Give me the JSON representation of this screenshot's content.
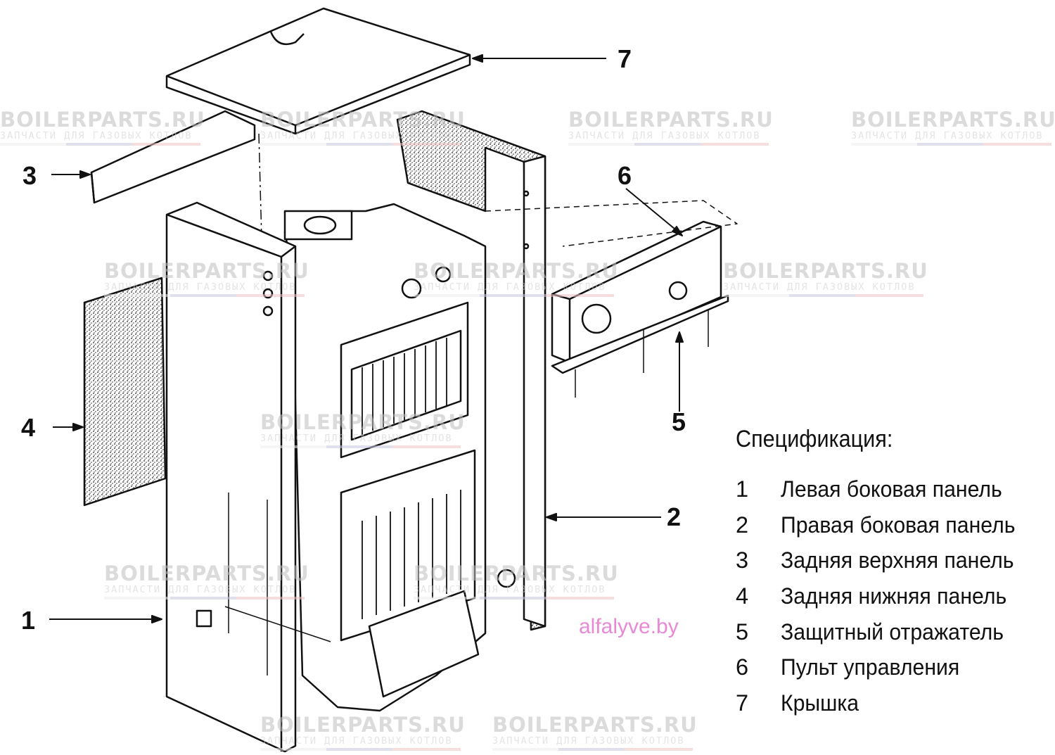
{
  "watermark": {
    "brand": "BOILERPARTS.RU",
    "subtitle": "ЗАПЧАСТИ ДЛЯ ГАЗОВЫХ КОТЛОВ"
  },
  "callouts": [
    "1",
    "2",
    "3",
    "4",
    "5",
    "6",
    "7"
  ],
  "spec": {
    "title": "Спецификация:",
    "items": [
      {
        "num": "1",
        "label": "Левая боковая панель"
      },
      {
        "num": "2",
        "label": "Правая боковая панель"
      },
      {
        "num": "3",
        "label": "Задняя верхняя панель"
      },
      {
        "num": "4",
        "label": "Задняя нижняя панель"
      },
      {
        "num": "5",
        "label": "Защитный отражатель"
      },
      {
        "num": "6",
        "label": "Пульт управления"
      },
      {
        "num": "7",
        "label": "Крышка"
      }
    ]
  },
  "site_label": "alfalyve.by",
  "colors": {
    "ink": "#111111",
    "site": "#e889d6",
    "watermark": "#bfbfbf"
  }
}
